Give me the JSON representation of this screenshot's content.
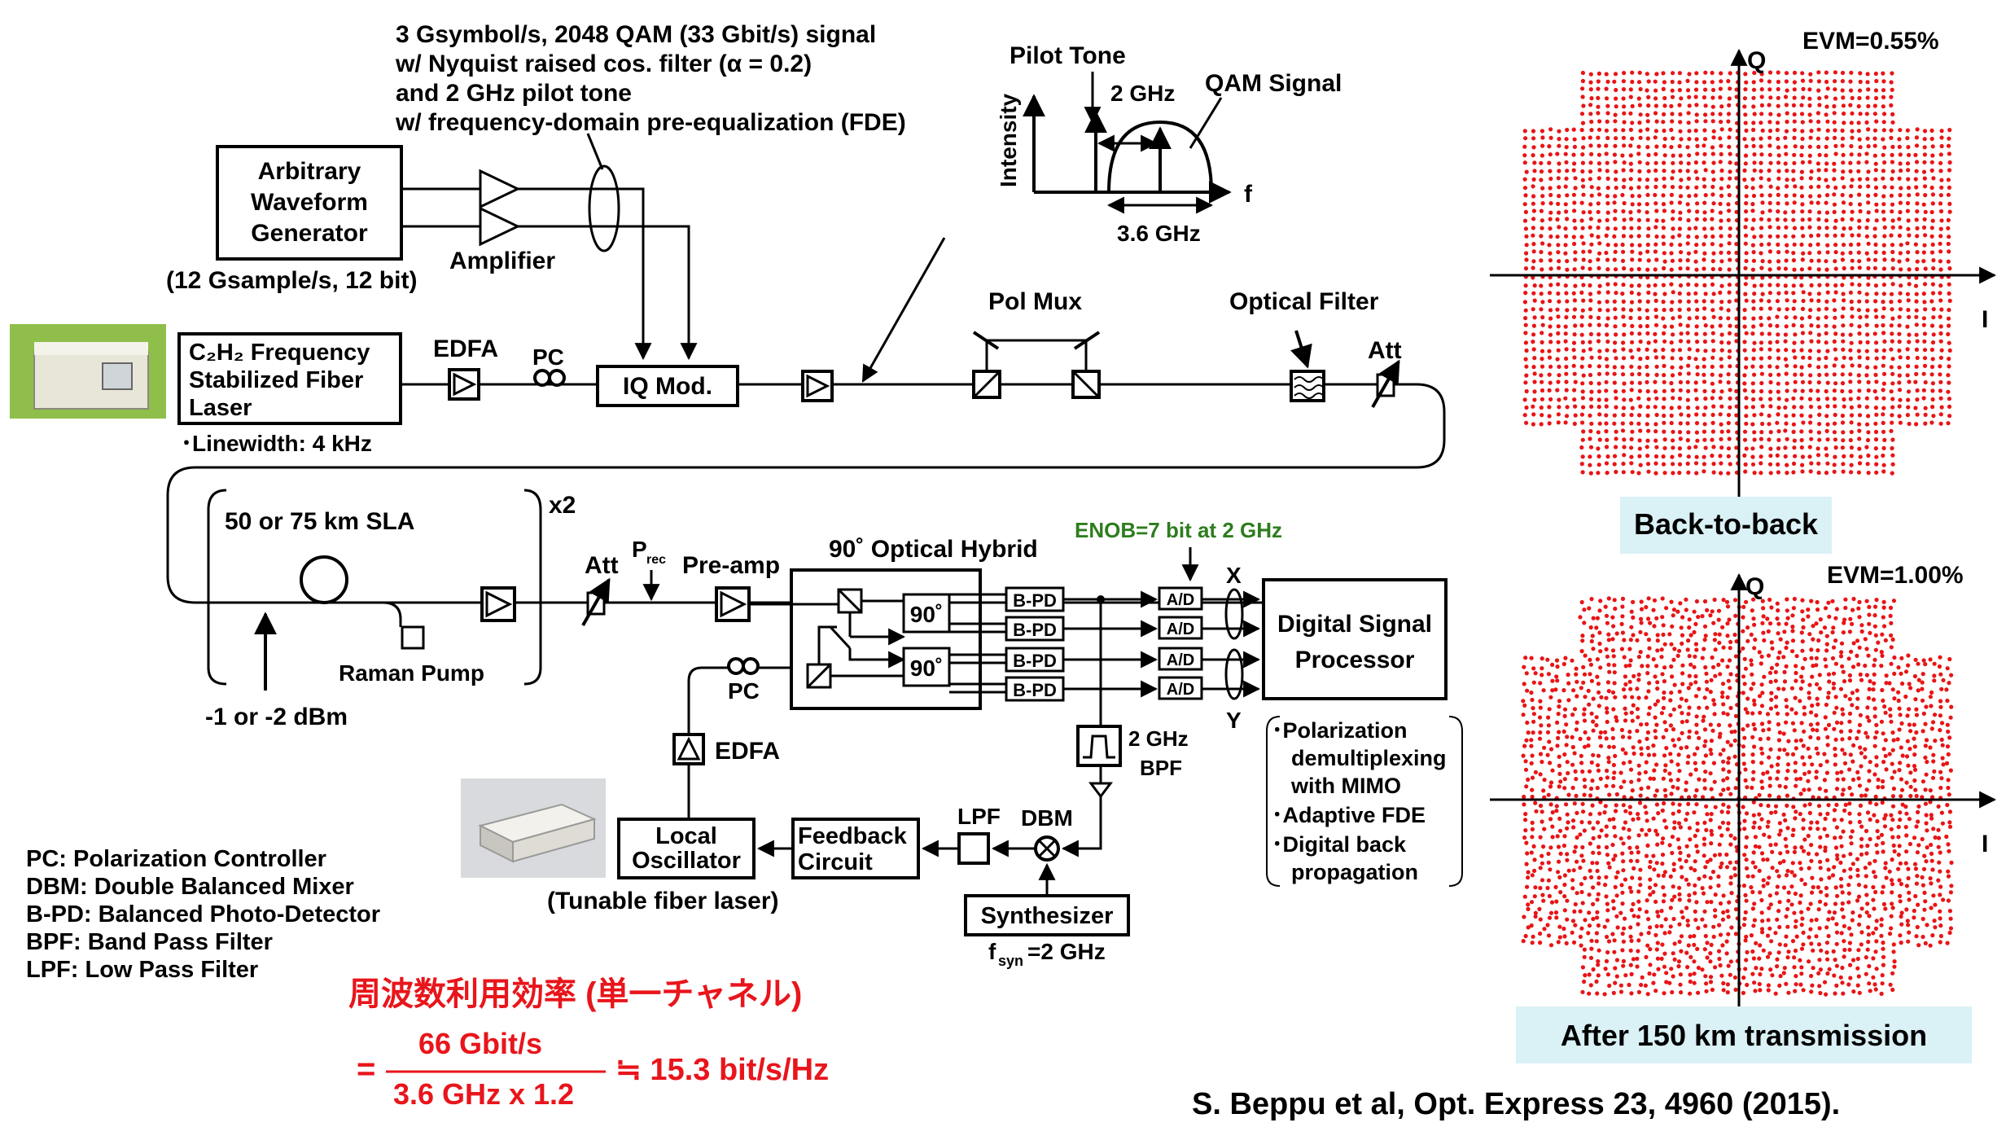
{
  "signal": {
    "line1": "3 Gsymbol/s, 2048 QAM (33 Gbit/s)  signal",
    "line2": "w/ Nyquist raised cos. filter (α = 0.2)",
    "line3": "and 2 GHz pilot tone",
    "line4": "w/ frequency-domain pre-equalization (FDE)"
  },
  "spectrum": {
    "pilot_tone": "Pilot Tone",
    "qam_signal": "QAM Signal",
    "spacing": "2 GHz",
    "bandwidth": "3.6 GHz",
    "y_axis": "Intensity",
    "x_axis": "f"
  },
  "transmitter": {
    "awg_line1": "Arbitrary",
    "awg_line2": "Waveform",
    "awg_line3": "Generator",
    "awg_spec": "(12 Gsample/s, 12 bit)",
    "amplifier": "Amplifier",
    "laser_line1": "C₂H₂ Frequency",
    "laser_line2": "Stabilized Fiber",
    "laser_line3": "Laser",
    "linewidth": "･Linewidth: 4 kHz",
    "edfa": "EDFA",
    "pc": "PC",
    "iq_mod": "IQ Mod.",
    "pol_mux": "Pol Mux",
    "optical_filter": "Optical Filter",
    "att": "Att"
  },
  "link": {
    "span": "50 or 75 km SLA",
    "repeat": "x2",
    "raman_pump": "Raman Pump",
    "launch_power": "-1 or -2 dBm"
  },
  "receiver": {
    "att": "Att",
    "prec": "P",
    "prec_sub": "rec",
    "preamp": "Pre-amp",
    "hybrid": "90˚ Optical Hybrid",
    "ninety": "90˚",
    "bpd": "B-PD",
    "enob": "ENOB=7 bit at 2 GHz",
    "ad": "A/D",
    "x": "X",
    "y": "Y",
    "dsp_line1": "Digital Signal",
    "dsp_line2": "Processor",
    "pc": "PC",
    "edfa": "EDFA",
    "bpf_line1": "2 GHz",
    "bpf_line2": "BPF",
    "lo_line1": "Local",
    "lo_line2": "Oscillator",
    "lo_type": "(Tunable fiber laser)",
    "feedback_line1": "Feedback",
    "feedback_line2": "Circuit",
    "lpf": "LPF",
    "dbm": "DBM",
    "synth": "Synthesizer",
    "fsyn": "f",
    "fsyn_sub": "syn",
    "fsyn_val": "=2 GHz"
  },
  "dsp_functions": [
    "･Polarization",
    "demultiplexing",
    "with MIMO",
    "･Adaptive FDE",
    "･Digital back",
    "propagation"
  ],
  "legend": [
    "PC: Polarization Controller",
    "DBM: Double Balanced Mixer",
    "B-PD: Balanced Photo-Detector",
    "BPF: Band Pass Filter",
    "LPF:  Low Pass Filter"
  ],
  "efficiency": {
    "title": "周波数利用効率 (単一チャネル)",
    "equals": "=",
    "numerator": "66 Gbit/s",
    "denominator": "3.6 GHz x 1.2",
    "approx": "≒ 15.3 bit/s/Hz"
  },
  "constellations": [
    {
      "evm": "EVM=0.55%",
      "label": "Back-to-back",
      "q": "Q",
      "i": "I"
    },
    {
      "evm": "EVM=1.00%",
      "label": "After 150 km transmission",
      "q": "Q",
      "i": "I"
    }
  ],
  "citation": "S. Beppu et al, Opt. Express 23, 4960 (2015).",
  "colors": {
    "accent_red": "#e8151b",
    "enob_green": "#2e7d1e",
    "dot_red": "#e81416",
    "label_box": "#daf1f6",
    "photo_green": "#8fbf4a"
  }
}
